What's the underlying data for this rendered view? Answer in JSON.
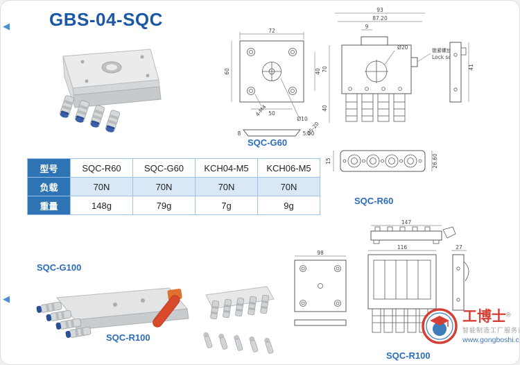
{
  "page": {
    "title": "GBS-04-SQC"
  },
  "nav": {
    "prev_top": "◀",
    "prev_bottom": "◀"
  },
  "spec_table": {
    "row_headers": {
      "model": "型号",
      "load": "负载",
      "weight": "重量"
    },
    "models": [
      "SQC-R60",
      "SQC-G60",
      "KCH04-M5",
      "KCH06-M5"
    ],
    "loads": [
      "70N",
      "70N",
      "70N",
      "70N"
    ],
    "weights": [
      "148g",
      "79g",
      "7g",
      "9g"
    ]
  },
  "labels": {
    "g60": "SQC-G60",
    "r60": "SQC-R60",
    "g100": "SQC-G100",
    "r100_photo": "SQC-R100",
    "r100_drawing": "SQC-R100"
  },
  "drawings": {
    "g60": {
      "dim_top": "72",
      "dim_left": "60",
      "dim_bottom": "50",
      "dim_right": "40",
      "thread": "4-M4",
      "hole": "Ø10",
      "cbore": "Ø5-20",
      "thickness_a": "8",
      "thickness_b": "5.50"
    },
    "r60": {
      "dim_top": "93",
      "dim_top2": "87.20",
      "dim_step": "9",
      "dim_left": "70",
      "dim_left2": "40",
      "center_hole": "Ø20",
      "lock_screw_cn": "锁紧螺丝",
      "lock_screw_en": "Lock screw",
      "dim_side": "41",
      "dim_bottom": "26.60",
      "dim_bottom2": "15"
    },
    "r100": {
      "dim_rail": "147",
      "dim_plate": "98",
      "dim_body": "116",
      "dim_side": "27"
    }
  },
  "logo": {
    "brand": "工博士",
    "reg": "®",
    "tagline": "智能制造工厂服务商",
    "url": "www.gongboshi.com"
  },
  "colors": {
    "accent_blue": "#2b6cb8",
    "table_header_blue": "#2e74b5",
    "logo_red": "#d23227"
  }
}
